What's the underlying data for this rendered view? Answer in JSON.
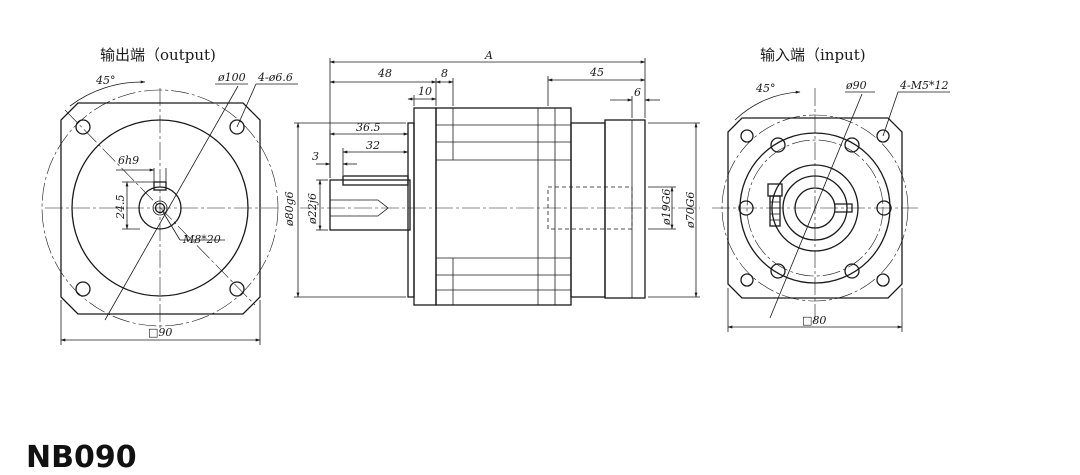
{
  "model": "NB090",
  "views": {
    "output": {
      "title": "输出端（output)",
      "angle": "45°",
      "pcd": "ø100",
      "holes": "4-ø6.6",
      "key_width": "6h9",
      "key_height": "24.5",
      "thread": "M8*20",
      "square": "□90"
    },
    "side": {
      "overall": "A",
      "d48": "48",
      "d8": "8",
      "d10": "10",
      "d36_5": "36.5",
      "d32": "32",
      "d3": "3",
      "d45": "45",
      "d6": "6",
      "pilot": "ø80g6",
      "shaft": "ø22j6",
      "bore": "ø19G6",
      "spigot": "ø70G6"
    },
    "input": {
      "title": "输入端（input)",
      "angle": "45°",
      "pcd": "ø90",
      "holes": "4-M5*12",
      "square": "□80"
    }
  }
}
